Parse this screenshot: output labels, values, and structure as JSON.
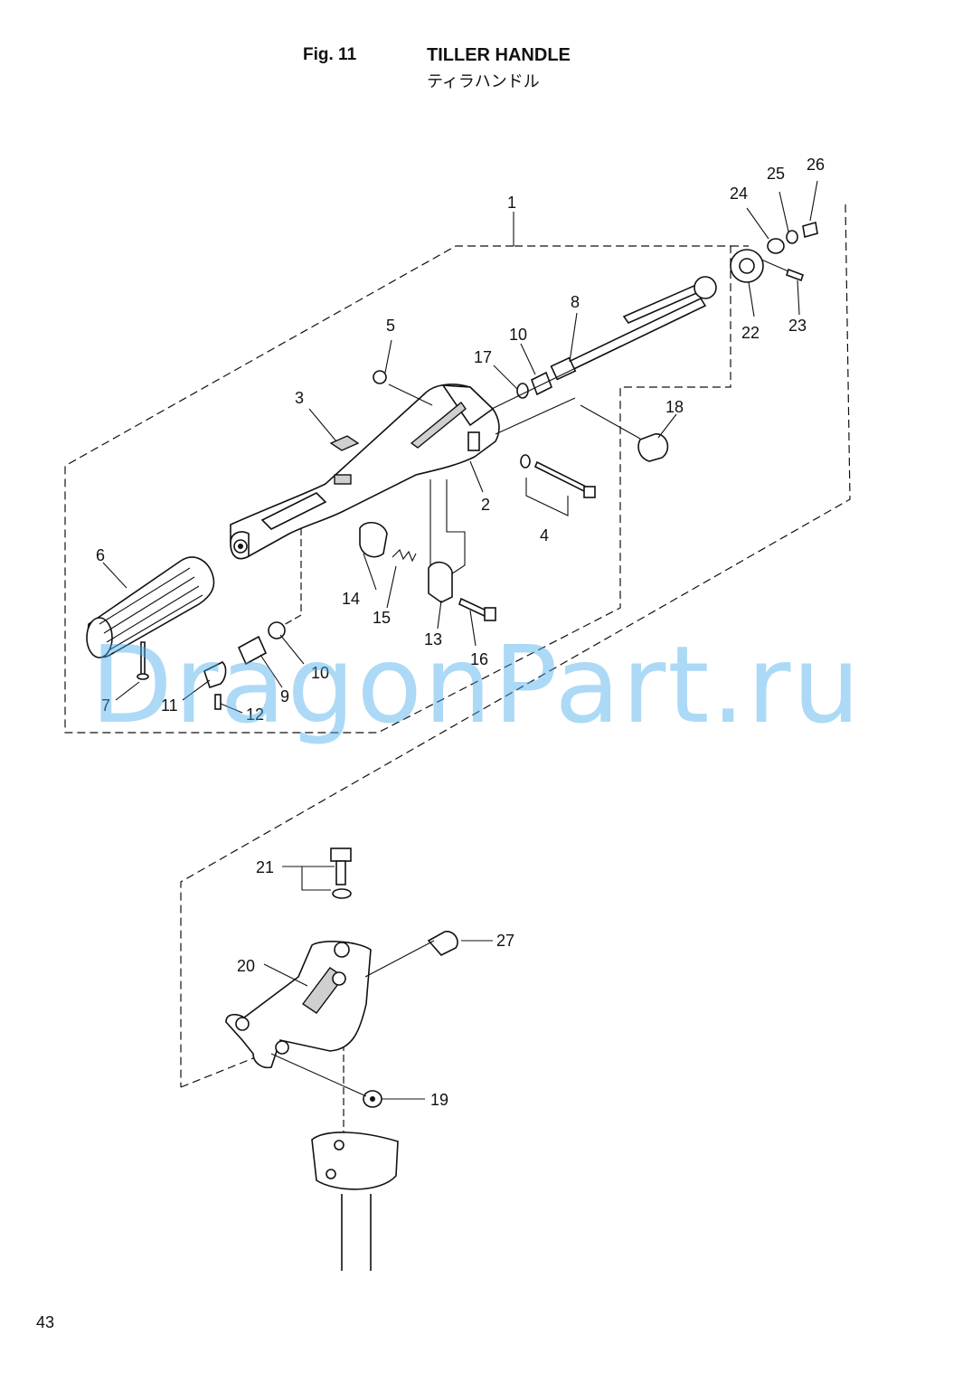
{
  "header": {
    "fig_number": "Fig. 11",
    "title": "TILLER HANDLE",
    "title_jp": "ティラハンドル"
  },
  "callouts": [
    "1",
    "2",
    "3",
    "4",
    "5",
    "6",
    "7",
    "8",
    "9",
    "10",
    "10",
    "11",
    "12",
    "13",
    "14",
    "15",
    "16",
    "17",
    "18",
    "19",
    "20",
    "21",
    "22",
    "23",
    "24",
    "25",
    "26",
    "27"
  ],
  "watermark": "DragonPart.ru",
  "page_number": "43"
}
